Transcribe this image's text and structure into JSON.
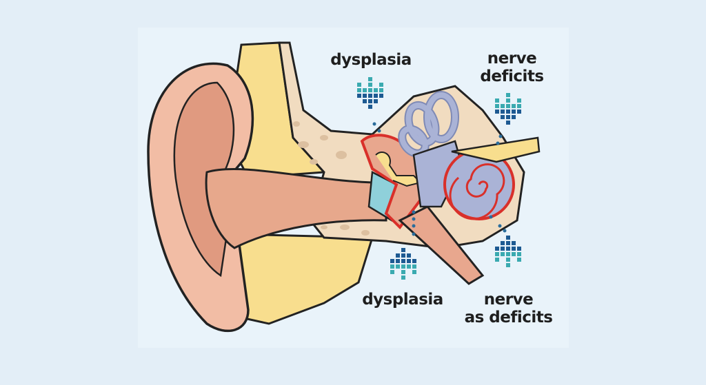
{
  "labels": {
    "top_left": "dysplasia",
    "top_right_line1": "nerve",
    "top_right_line2": "deficits",
    "bottom_left": "dysplasia",
    "bottom_right_line1": "nerve",
    "bottom_right_line2": "as deficits"
  },
  "colors": {
    "background": "#e3eef7",
    "skin": "#f2bda5",
    "skin_dark": "#e09a80",
    "fat": "#f8de8e",
    "bone": "#f1dcc0",
    "eardrum": "#8fd0da",
    "cochlea": "#aab3d6",
    "highlight_outline": "#d9302a",
    "arrow_dark": "#1d5a92",
    "arrow_light": "#3aaab0"
  }
}
